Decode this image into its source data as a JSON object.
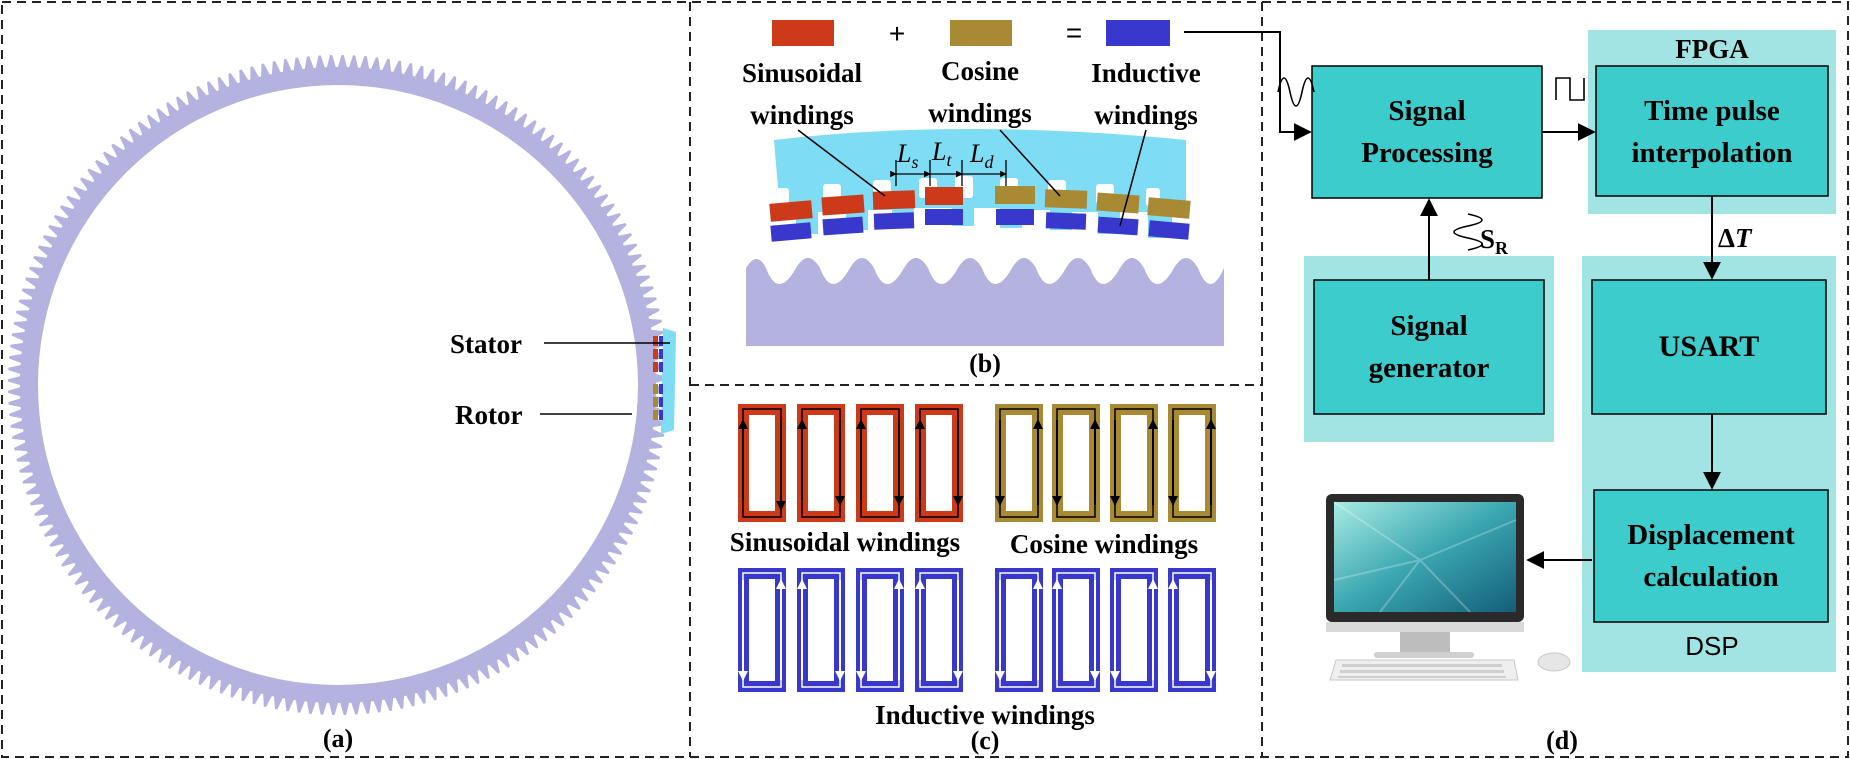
{
  "panel_a": {
    "caption": "(a)",
    "stator_label": "Stator",
    "rotor_label": "Rotor"
  },
  "panel_b": {
    "caption": "(b)",
    "plus": "+",
    "equals": "=",
    "sin_label_1": "Sinusoidal",
    "sin_label_2": "windings",
    "cos_label_1": "Cosine",
    "cos_label_2": "windings",
    "ind_label_1": "Inductive",
    "ind_label_2": "windings",
    "dim_s": "L",
    "dim_s_sub": "s",
    "dim_t": "L",
    "dim_t_sub": "t",
    "dim_d": "L",
    "dim_d_sub": "d"
  },
  "panel_c": {
    "caption": "(c)",
    "sin_title": "Sinusoidal windings",
    "cos_title": "Cosine windings",
    "ind_title": "Inductive windings"
  },
  "panel_d": {
    "caption": "(d)",
    "fpga_label": "FPGA",
    "dsp_label": "DSP",
    "signal_processing_1": "Signal",
    "signal_processing_2": "Processing",
    "time_pulse_1": "Time pulse",
    "time_pulse_2": "interpolation",
    "signal_generator_1": "Signal",
    "signal_generator_2": "generator",
    "usart": "USART",
    "displacement_1": "Displacement",
    "displacement_2": "calculation",
    "sr_label": "S",
    "sr_sub": "R",
    "delta_t_label": "Δ",
    "delta_t_var": "T"
  },
  "colors": {
    "sinusoidal": "#cc3a1a",
    "cosine": "#a88a34",
    "inductive": "#3838cc",
    "rotor": "#b4b2de",
    "stator": "#7fdcf5",
    "block": "#3ccccc",
    "group_bg": "#a2e4e4"
  }
}
